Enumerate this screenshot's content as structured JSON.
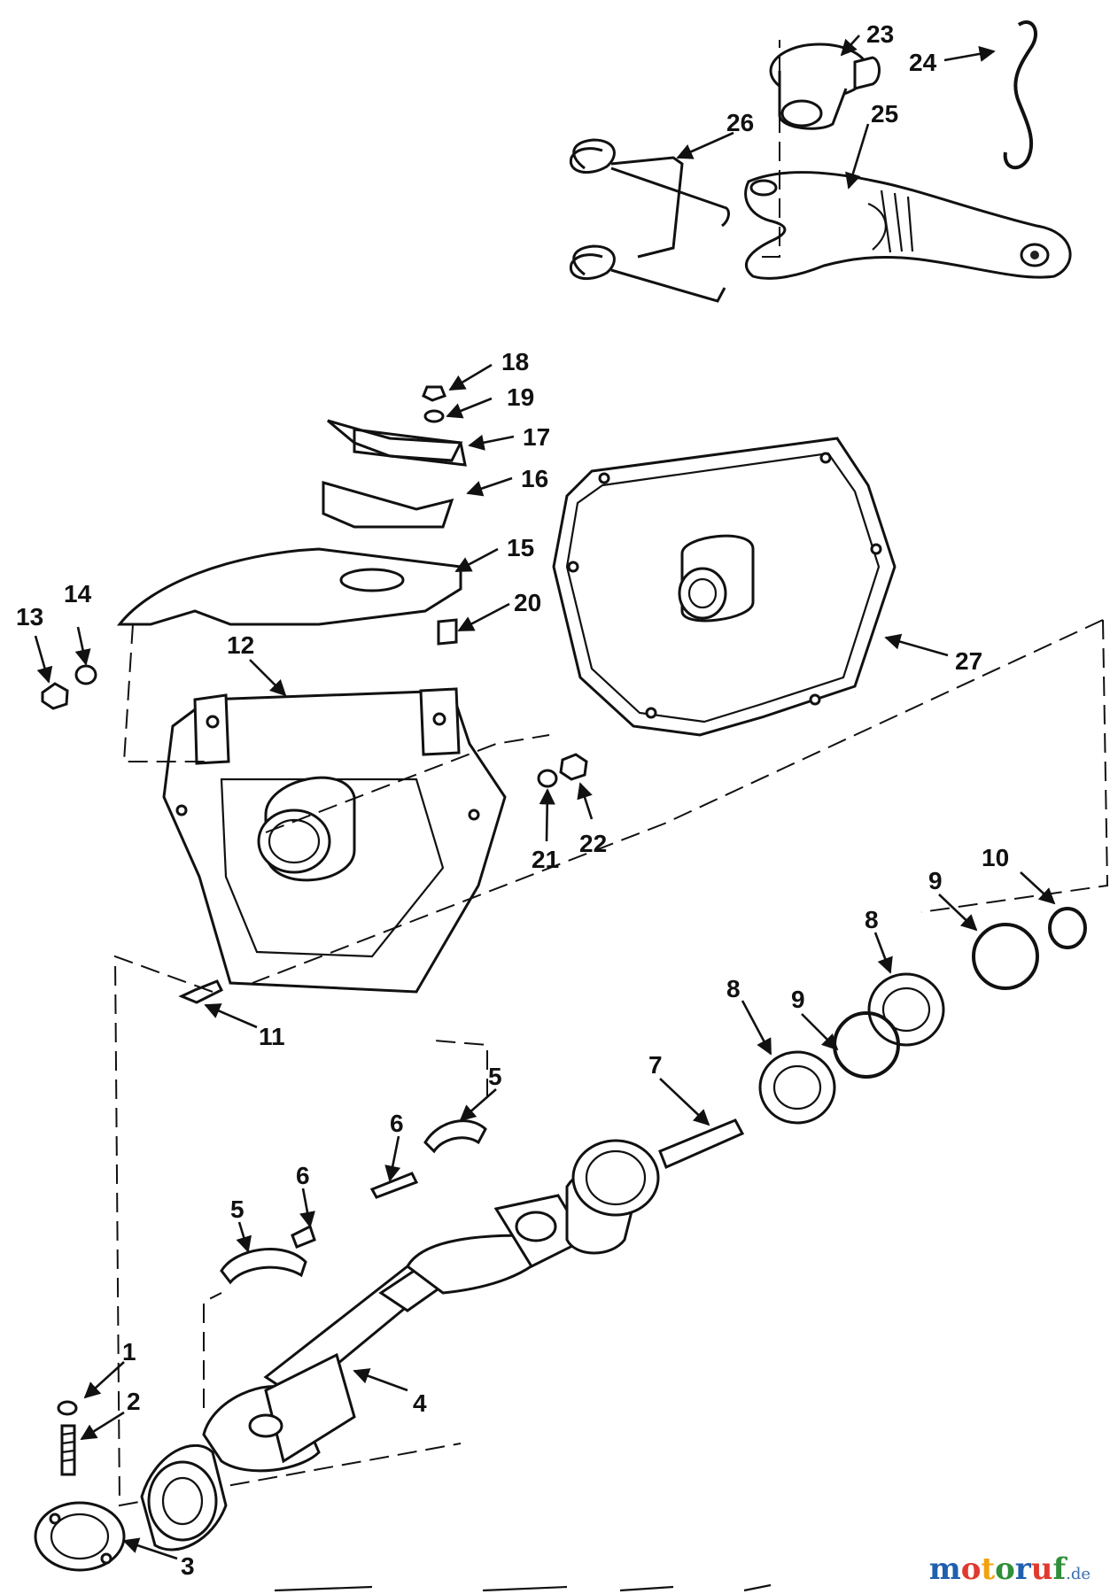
{
  "diagram": {
    "callouts": [
      "1",
      "2",
      "3",
      "4",
      "5",
      "5",
      "6",
      "6",
      "7",
      "8",
      "8",
      "9",
      "9",
      "10",
      "11",
      "12",
      "13",
      "14",
      "15",
      "16",
      "17",
      "18",
      "19",
      "20",
      "21",
      "22",
      "23",
      "24",
      "25",
      "26",
      "27"
    ]
  },
  "watermark": {
    "letters": [
      "m",
      "o",
      "t",
      "o",
      "r",
      "u",
      "f"
    ],
    "suffix": ".de",
    "colors": [
      "#1f5fae",
      "#e03a2f",
      "#f2a20c",
      "#2f8f3a",
      "#1f5fae",
      "#e03a2f",
      "#2f8f3a"
    ]
  }
}
